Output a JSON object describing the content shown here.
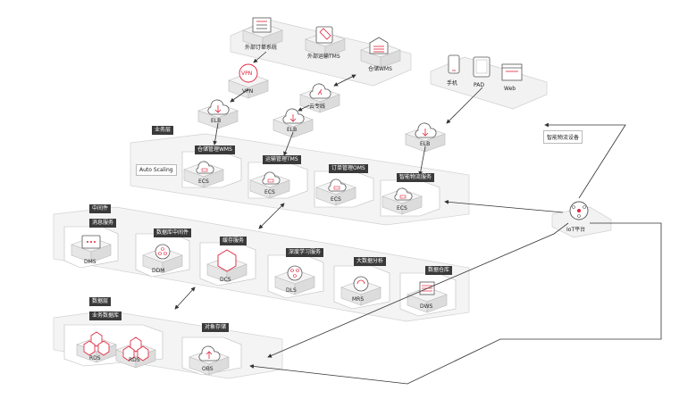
{
  "external": {
    "ext_order": "外部订单系统",
    "ext_tms": "外部运输TMS",
    "ext_wms": "仓储WMS",
    "vpn": "VPN",
    "vpn_label": "VPN",
    "cloud_line": "云专线",
    "elb": "ELB"
  },
  "clients": {
    "phone": "手机",
    "pad": "PAD",
    "web": "Web"
  },
  "business": {
    "title": "业务层",
    "auto_scaling": "Auto Scaling",
    "wms": "仓储管理WMS",
    "tms": "运输管理TMS",
    "oms": "订单管理OMS",
    "smart": "智能物流服务",
    "ecs": "ECS"
  },
  "middleware": {
    "title": "中间件",
    "msg": "消息服务",
    "db_mid": "数据库中间件",
    "cache": "缓存服务",
    "dl": "深度学习服务",
    "bigdata": "大数据分析",
    "warehouse": "数据仓库",
    "dms": "DMS",
    "ddm": "DDM",
    "dcs": "DCS",
    "dls": "DLS",
    "mrs": "MRS",
    "dws": "DWS"
  },
  "data_layer": {
    "title": "数据层",
    "biz_db": "业务数据库",
    "obj_store": "对象存储",
    "rds": "RDS",
    "obs": "OBS"
  },
  "iot": {
    "device": "智能物流设备",
    "platform": "IoT平台"
  },
  "accent": "#e0223a"
}
